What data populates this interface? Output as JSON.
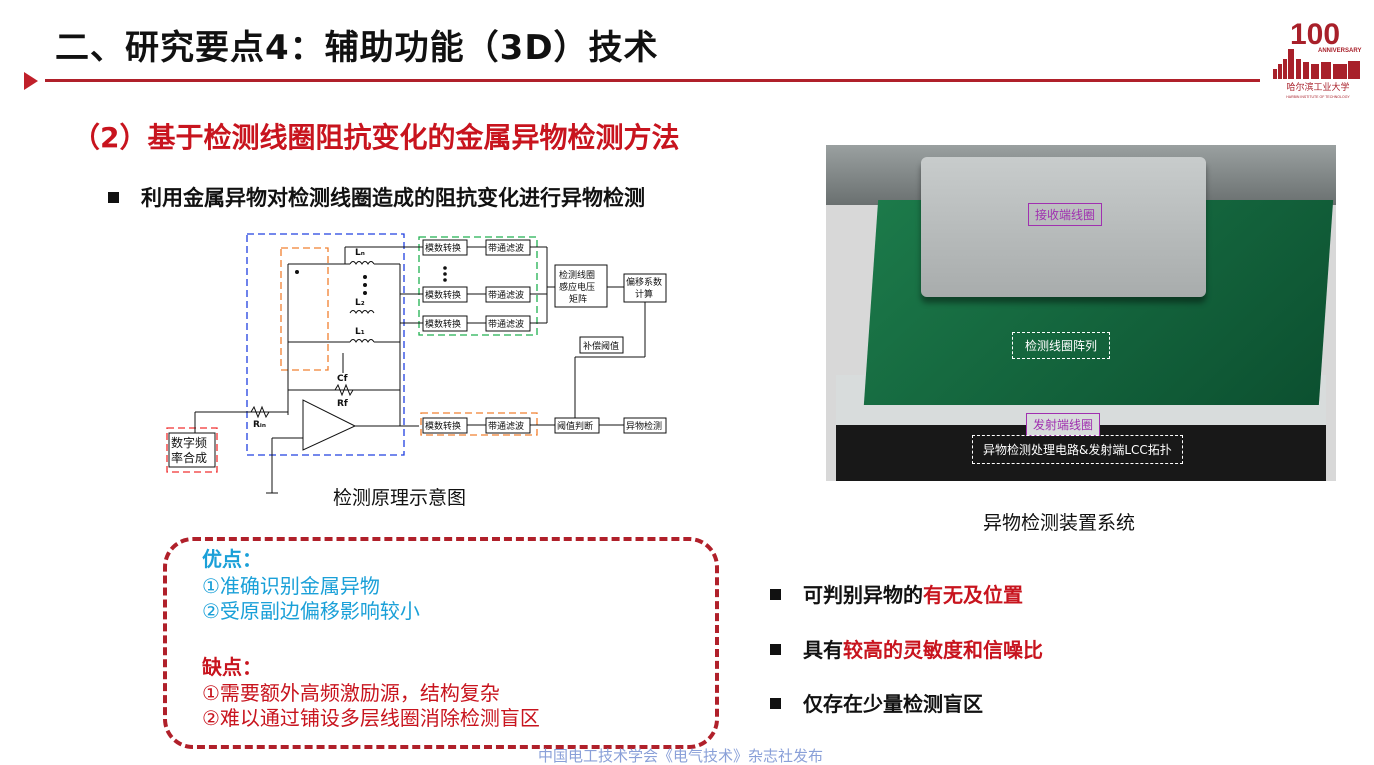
{
  "title": "二、研究要点4：辅助功能（3D）技术",
  "subtitle": "（2）基于检测线圈阻抗变化的金属异物检测方法",
  "bullet_main": "利用金属异物对检测线圈造成的阻抗变化进行异物检测",
  "diagram": {
    "caption": "检测原理示意图",
    "adc": "模数转换",
    "bpf": "带通滤波",
    "matrix": [
      "检测线圈",
      "感应电压",
      "矩阵"
    ],
    "offset": [
      "偏移系数",
      "计算"
    ],
    "comp": "补偿阈值",
    "judge": "阈值判断",
    "detect": "异物检测",
    "synth": [
      "数字频",
      "率合成"
    ],
    "labels": {
      "ln": "Lₙ",
      "l2": "L₂",
      "l1": "L₁",
      "cf": "Cf",
      "rf": "Rf",
      "rin": "Rᵢₙ"
    }
  },
  "photo": {
    "caption": "异物检测装置系统",
    "rx": "接收端线圈",
    "array": "检测线圈阵列",
    "tx": "发射端线圈",
    "board": "异物检测处理电路&发射端LCC拓扑"
  },
  "pros": {
    "title": "优点",
    "items": [
      "①准确识别金属异物",
      "②受原副边偏移影响较小"
    ]
  },
  "cons": {
    "title": "缺点",
    "items": [
      "①需要额外高频激励源，结构复杂",
      "②难以通过铺设多层线圈消除检测盲区"
    ]
  },
  "right_bullets": [
    {
      "pre": "可判别异物的",
      "hl": "有无及位置"
    },
    {
      "pre": "具有",
      "hl": "较高的灵敏度和信噪比"
    },
    {
      "pre": "仅存在少量检测盲区",
      "hl": ""
    }
  ],
  "footer": "中国电工技术学会《电气技术》杂志社发布",
  "logo": {
    "text": "100th ANNIVERSARY 哈尔滨工业大学 HARBIN INSTITUTE OF TECHNOLOGY"
  },
  "colors": {
    "accent": "#c8141e",
    "pros": "#1aa0d8",
    "cons": "#c8141e"
  }
}
